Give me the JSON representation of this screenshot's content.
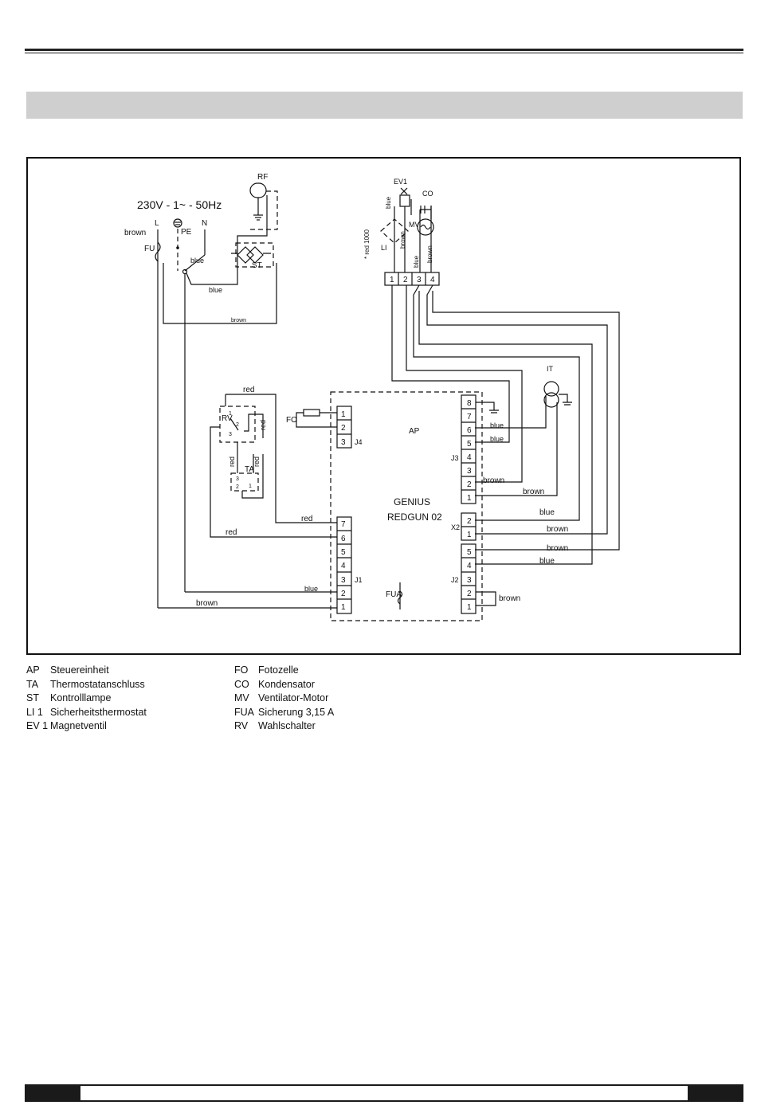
{
  "supply": {
    "voltage": "230V - 1~ - 50Hz",
    "L": "L",
    "N": "N",
    "PE": "PE",
    "FU": "FU"
  },
  "components": {
    "RF": "RF",
    "ST": "ST",
    "EV1": "EV1",
    "CO": "CO",
    "MV": "MV",
    "LI": "LI",
    "li_note": "* red 1000",
    "IT": "IT",
    "FO": "FO",
    "RV": "RV",
    "TA": "TA",
    "AP": "AP",
    "board_line1": "GENIUS",
    "board_line2": "REDGUN 02",
    "FUA": "FUA"
  },
  "connectors": {
    "J1": "J1",
    "J2": "J2",
    "J3": "J3",
    "J4": "J4",
    "X2": "X2"
  },
  "terminal_strip": [
    "1",
    "2",
    "3",
    "4"
  ],
  "j4_pins": [
    "1",
    "2",
    "3"
  ],
  "j1_pins": [
    "7",
    "6",
    "5",
    "4",
    "3",
    "2",
    "1"
  ],
  "j3_pins": [
    "8",
    "7",
    "6",
    "5",
    "4",
    "3",
    "2",
    "1"
  ],
  "x2_pins": [
    "2",
    "1"
  ],
  "j2_pins": [
    "5",
    "4",
    "3",
    "2",
    "1"
  ],
  "rv_pins": [
    "1",
    "2",
    "3"
  ],
  "ta_pins": [
    "3",
    "1",
    "2"
  ],
  "wire_labels": {
    "brown": "brown",
    "blue": "blue",
    "red": "red"
  },
  "legend_left": [
    {
      "code": "AP",
      "text": "Steuereinheit"
    },
    {
      "code": "TA",
      "text": "Thermostatanschluss"
    },
    {
      "code": "ST",
      "text": "Kontrolllampe"
    },
    {
      "code": "LI 1",
      "text": "Sicherheitsthermostat"
    },
    {
      "code": "EV 1",
      "text": "Magnetventil"
    }
  ],
  "legend_right": [
    {
      "code": "FO",
      "text": "Fotozelle"
    },
    {
      "code": "CO",
      "text": "Kondensator"
    },
    {
      "code": "MV",
      "text": "Ventilator-Motor"
    },
    {
      "code": "FUA",
      "text": "Sicherung 3,15 A"
    },
    {
      "code": "RV",
      "text": "Wahlschalter"
    }
  ]
}
